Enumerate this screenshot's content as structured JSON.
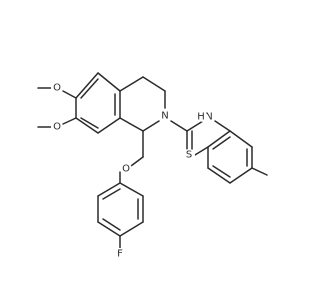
{
  "molecule": {
    "atom_labels": {
      "o1": "O",
      "o2": "O",
      "n_ring": "N",
      "nh": "N",
      "h": "H",
      "s": "S",
      "o_ether": "O",
      "f": "F"
    }
  }
}
